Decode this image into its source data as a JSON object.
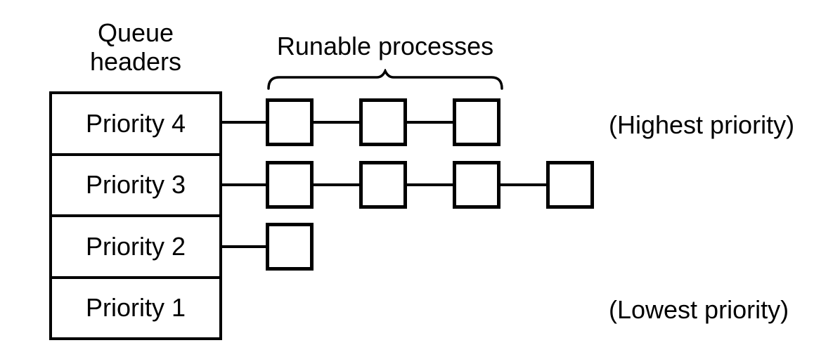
{
  "labels": {
    "queue_headers_line1": "Queue",
    "queue_headers_line2": "headers",
    "runable_processes": "Runable processes"
  },
  "queues": [
    {
      "label": "Priority 4",
      "process_count": 3
    },
    {
      "label": "Priority 3",
      "process_count": 4
    },
    {
      "label": "Priority 2",
      "process_count": 1
    },
    {
      "label": "Priority 1",
      "process_count": 0
    }
  ],
  "notes": {
    "highest": "(Highest priority)",
    "lowest": "(Lowest priority)"
  },
  "colors": {
    "stroke": "#000000",
    "background": "#ffffff",
    "text": "#000000"
  }
}
